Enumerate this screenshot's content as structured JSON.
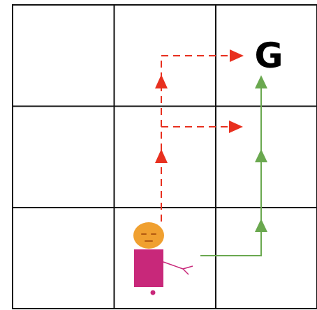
{
  "grid": {
    "rows": 3,
    "cols": 3,
    "line_color": "#111111"
  },
  "goal": {
    "label": "G",
    "color": "#000000"
  },
  "agent": {
    "head_color": "#f0a030",
    "body_color": "#c8287a",
    "arm_color": "#c8287a"
  },
  "paths": {
    "red_dashed_color": "#e8301f",
    "green_solid_color": "#6aa84f"
  }
}
